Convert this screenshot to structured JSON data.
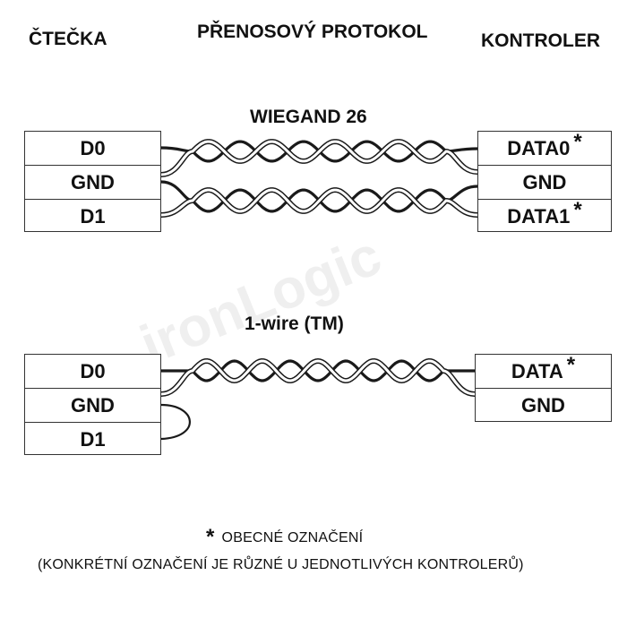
{
  "header": {
    "reader": "ČTEČKA",
    "protocol": "PŘENOSOVÝ PROTOKOL",
    "controller": "KONTROLER"
  },
  "wiegand": {
    "title": "WIEGAND 26",
    "reader_pins": [
      "D0",
      "GND",
      "D1"
    ],
    "controller_pins": [
      "DATA0",
      "GND",
      "DATA1"
    ],
    "asterisk": "*"
  },
  "onewire": {
    "title": "1-wire (TM)",
    "reader_pins": [
      "D0",
      "GND",
      "D1"
    ],
    "controller_pins": [
      "DATA",
      "GND"
    ],
    "asterisk": "*"
  },
  "footnote": {
    "star": "*",
    "line1": "OBECNÉ OZNAČENÍ",
    "line2": "(KONKRÉTNÍ OZNAČENÍ JE RŮZNÉ U JEDNOTLIVÝCH KONTROLERŮ)"
  },
  "watermark": "ironLogic",
  "colors": {
    "wire_dark": "#1a1a1a",
    "wire_light": "#ffffff",
    "border": "#333333"
  }
}
